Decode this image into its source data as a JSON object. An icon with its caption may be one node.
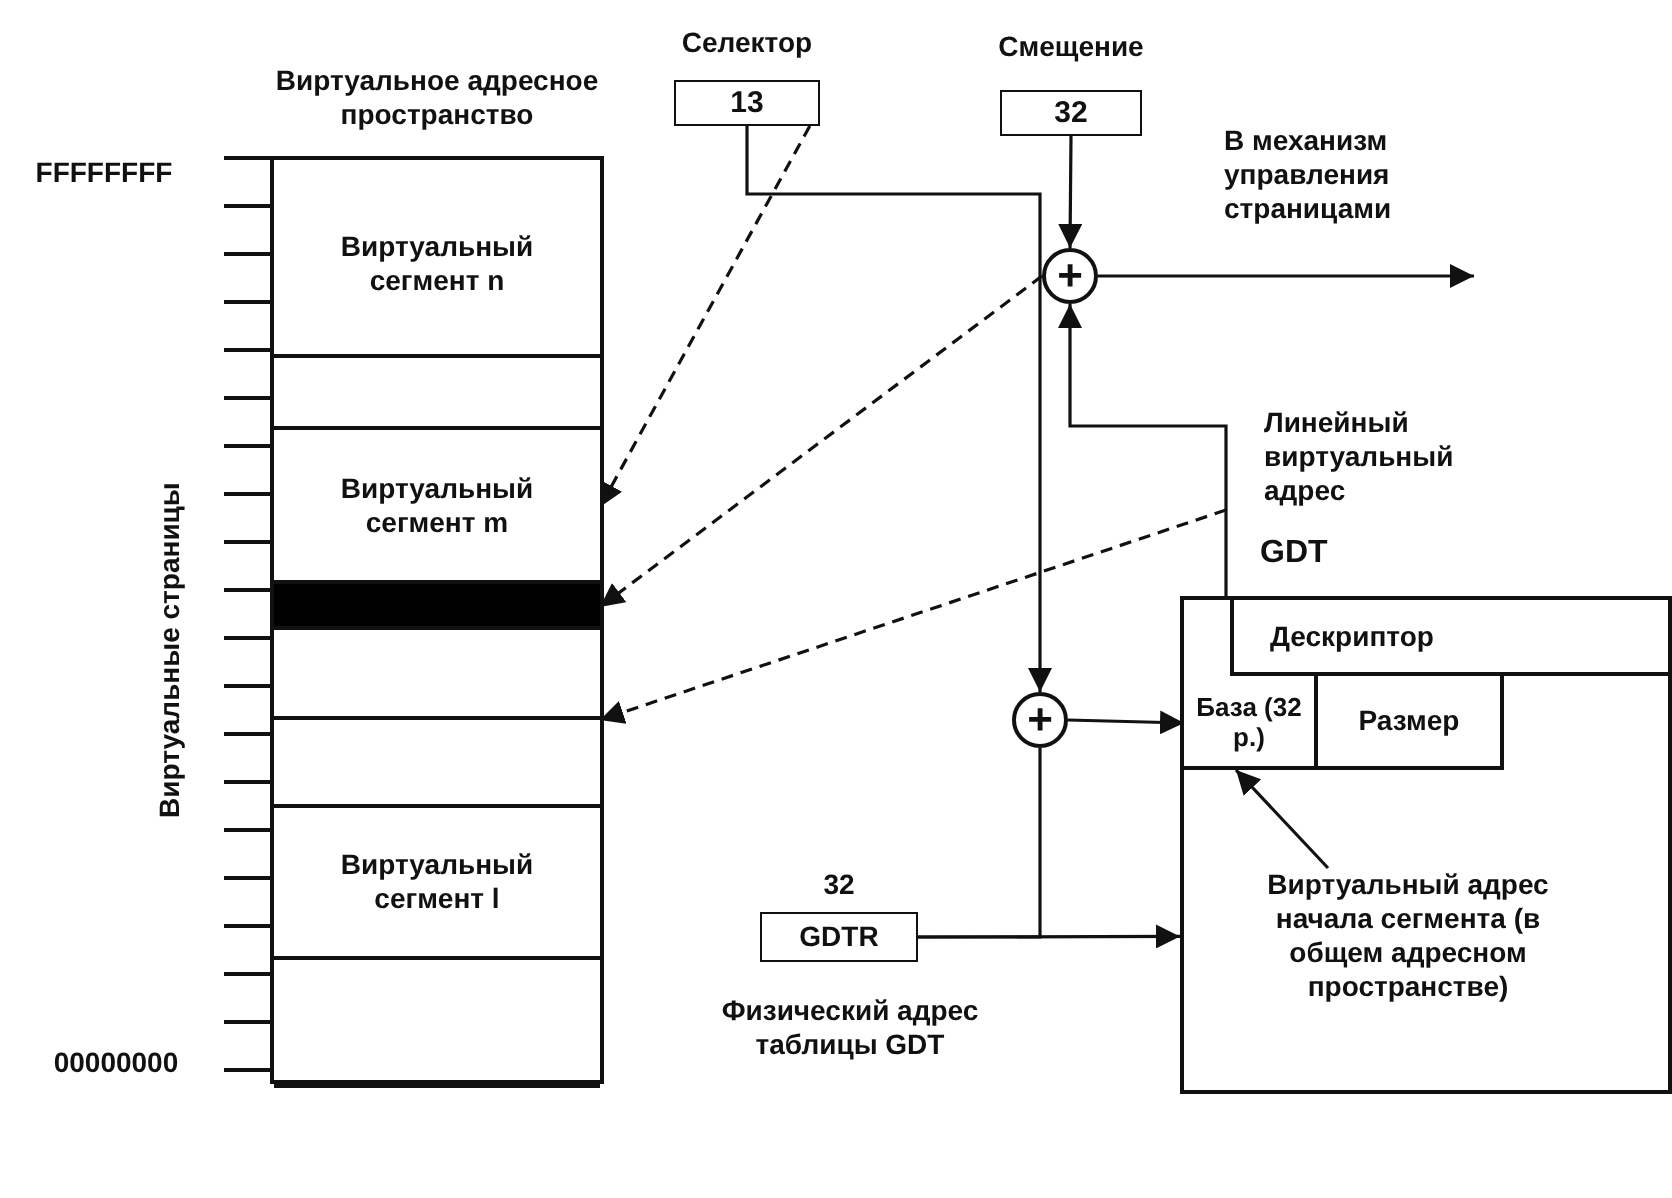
{
  "diagram": {
    "nodes": [
      {
        "text": [
          "Виртуальное адресное пространство"
        ]
      },
      {
        "text": [
          "Виртуальный сегмент n"
        ],
        "in": 0
      },
      {
        "text": [],
        "shape": "box",
        "in": 0
      },
      {
        "text": [
          "Виртуальный сегмент m"
        ],
        "in": 0
      },
      {
        "text": [],
        "shape": "bar",
        "in": 0
      },
      {
        "text": [],
        "shape": "box",
        "in": 0
      },
      {
        "text": [],
        "shape": "box",
        "in": 0
      },
      {
        "text": [
          "Виртуальный сегмент l"
        ],
        "in": 0
      },
      {
        "text": [],
        "shape": "box",
        "in": 0
      },
      {
        "text": [
          "Селектор",
          "13"
        ]
      },
      {
        "text": [
          "Смещение",
          "32"
        ]
      },
      {
        "text": [
          "+"
        ]
      },
      {
        "text": [
          "В механизм управления страницами"
        ]
      },
      {
        "text": [
          "+"
        ]
      },
      {
        "text": [
          "GDT"
        ]
      },
      {
        "text": [
          "Дескриптор"
        ],
        "in": 14
      },
      {
        "text": [
          "База (32 р.)"
        ],
        "in": 14
      },
      {
        "text": [
          "Размер"
        ],
        "in": 14
      },
      {
        "text": [
          "Виртуальный адрес начала сегмента (в общем адресном пространстве)"
        ],
        "in": 14
      },
      {
        "text": [
          "GDTR"
        ],
        "beside": [
          "32",
          "Физический адрес таблицы GDT"
        ]
      }
    ],
    "edges": [
      {
        "from": 9,
        "to": 13,
        "arrow": "to"
      },
      {
        "from": 10,
        "to": 11,
        "arrow": "to"
      },
      {
        "from": 11,
        "to": 12,
        "arrow": "to"
      },
      {
        "from": 14,
        "to": 11,
        "arrow": "to",
        "label": "Линейный виртуальный адрес"
      },
      {
        "from": 13,
        "to": 16,
        "arrow": "to"
      },
      {
        "from": 19,
        "to": 14,
        "arrow": "to"
      },
      {
        "from": 19,
        "to": 13,
        "arrow": "none"
      },
      {
        "from": 18,
        "to": 16,
        "arrow": "to"
      },
      {
        "from": 9,
        "to": 3,
        "arrow": "to",
        "style": "dashed"
      },
      {
        "from": 11,
        "to": 4,
        "arrow": "to",
        "style": "dashed"
      },
      {
        "from": 14,
        "to": 6,
        "arrow": "to",
        "style": "dashed"
      }
    ],
    "labels": [
      "FFFFFFFF",
      "Виртуальные страницы",
      "00000000"
    ]
  }
}
